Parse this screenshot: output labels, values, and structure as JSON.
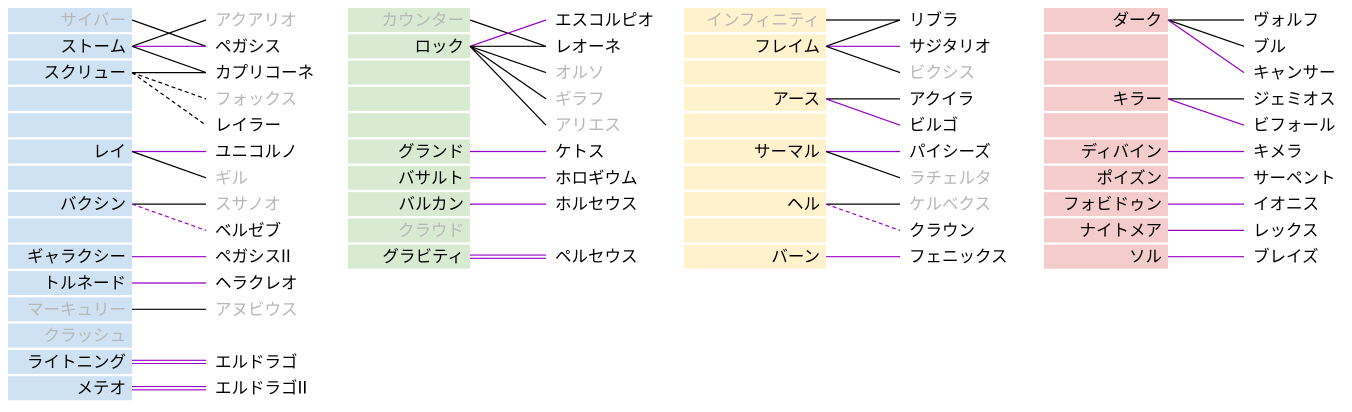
{
  "colors": {
    "blue": "#cfe2f3",
    "green": "#d9ead3",
    "yellow": "#fff2cc",
    "red": "#f4cccc",
    "active_text": "#000000",
    "inactive_text": "#b7b7b7",
    "black_line": "#000000",
    "purple_line": "#9900cc"
  },
  "groups": [
    {
      "color": "blue",
      "left": [
        {
          "label": "サイバー",
          "active": false
        },
        {
          "label": "ストーム",
          "active": true
        },
        {
          "label": "スクリュー",
          "active": true
        },
        null,
        null,
        {
          "label": "レイ",
          "active": true
        },
        null,
        {
          "label": "バクシン",
          "active": true
        },
        null,
        {
          "label": "ギャラクシー",
          "active": true
        },
        {
          "label": "トルネード",
          "active": true
        },
        {
          "label": "マーキュリー",
          "active": false
        },
        {
          "label": "クラッシュ",
          "active": false
        },
        {
          "label": "ライトニング",
          "active": true
        },
        {
          "label": "メテオ",
          "active": true
        }
      ],
      "right": [
        {
          "label": "アクアリオ",
          "active": false
        },
        {
          "label": "ペガシス",
          "active": true
        },
        {
          "label": "カプリコーネ",
          "active": true
        },
        {
          "label": "フォックス",
          "active": false
        },
        {
          "label": "レイラー",
          "active": true
        },
        {
          "label": "ユニコルノ",
          "active": true
        },
        {
          "label": "ギル",
          "active": false
        },
        {
          "label": "スサノオ",
          "active": false
        },
        {
          "label": "ベルゼブ",
          "active": true
        },
        {
          "label": "ペガシスII",
          "active": true
        },
        {
          "label": "ヘラクレオ",
          "active": true
        },
        {
          "label": "アヌビウス",
          "active": false
        },
        null,
        {
          "label": "エルドラゴ",
          "active": true
        },
        {
          "label": "エルドラゴII",
          "active": true
        }
      ],
      "links": [
        {
          "from": 0,
          "to": 1,
          "style": "black"
        },
        {
          "from": 1,
          "to": 0,
          "style": "black"
        },
        {
          "from": 1,
          "to": 1,
          "style": "purple"
        },
        {
          "from": 1,
          "to": 2,
          "style": "black"
        },
        {
          "from": 2,
          "to": 2,
          "style": "black"
        },
        {
          "from": 2,
          "to": 3,
          "style": "dashed-black"
        },
        {
          "from": 2,
          "to": 4,
          "style": "dashed-black"
        },
        {
          "from": 5,
          "to": 5,
          "style": "purple"
        },
        {
          "from": 5,
          "to": 6,
          "style": "black"
        },
        {
          "from": 7,
          "to": 7,
          "style": "black"
        },
        {
          "from": 7,
          "to": 8,
          "style": "dashed-purple"
        },
        {
          "from": 9,
          "to": 9,
          "style": "purple"
        },
        {
          "from": 10,
          "to": 10,
          "style": "purple"
        },
        {
          "from": 11,
          "to": 11,
          "style": "black"
        },
        {
          "from": 13,
          "to": 13,
          "style": "double-purple"
        },
        {
          "from": 14,
          "to": 14,
          "style": "double-purple"
        }
      ]
    },
    {
      "color": "green",
      "left": [
        {
          "label": "カウンター",
          "active": false
        },
        {
          "label": "ロック",
          "active": true
        },
        null,
        null,
        null,
        {
          "label": "グランド",
          "active": true
        },
        {
          "label": "バサルト",
          "active": true
        },
        {
          "label": "バルカン",
          "active": true
        },
        {
          "label": "クラウド",
          "active": false
        },
        {
          "label": "グラビティ",
          "active": true
        }
      ],
      "right": [
        {
          "label": "エスコルピオ",
          "active": true
        },
        {
          "label": "レオーネ",
          "active": true
        },
        {
          "label": "オルソ",
          "active": false
        },
        {
          "label": "ギラフ",
          "active": false
        },
        {
          "label": "アリエス",
          "active": false
        },
        {
          "label": "ケトス",
          "active": true
        },
        {
          "label": "ホロギウム",
          "active": true
        },
        {
          "label": "ホルセウス",
          "active": true
        },
        null,
        {
          "label": "ペルセウス",
          "active": true
        }
      ],
      "links": [
        {
          "from": 0,
          "to": 1,
          "style": "black"
        },
        {
          "from": 1,
          "to": 0,
          "style": "purple"
        },
        {
          "from": 1,
          "to": 1,
          "style": "black"
        },
        {
          "from": 1,
          "to": 2,
          "style": "black"
        },
        {
          "from": 1,
          "to": 3,
          "style": "black"
        },
        {
          "from": 1,
          "to": 4,
          "style": "black"
        },
        {
          "from": 5,
          "to": 5,
          "style": "purple"
        },
        {
          "from": 6,
          "to": 6,
          "style": "purple"
        },
        {
          "from": 7,
          "to": 7,
          "style": "purple"
        },
        {
          "from": 9,
          "to": 9,
          "style": "double-purple"
        }
      ]
    },
    {
      "color": "yellow",
      "left": [
        {
          "label": "インフィニティ",
          "active": false
        },
        {
          "label": "フレイム",
          "active": true
        },
        null,
        {
          "label": "アース",
          "active": true
        },
        null,
        {
          "label": "サーマル",
          "active": true
        },
        null,
        {
          "label": "ヘル",
          "active": true
        },
        null,
        {
          "label": "バーン",
          "active": true
        }
      ],
      "right": [
        {
          "label": "リブラ",
          "active": true
        },
        {
          "label": "サジタリオ",
          "active": true
        },
        {
          "label": "ビクシス",
          "active": false
        },
        {
          "label": "アクイラ",
          "active": true
        },
        {
          "label": "ビルゴ",
          "active": true
        },
        {
          "label": "パイシーズ",
          "active": true
        },
        {
          "label": "ラチェルタ",
          "active": false
        },
        {
          "label": "ケルベクス",
          "active": false
        },
        {
          "label": "クラウン",
          "active": true
        },
        {
          "label": "フェニックス",
          "active": true
        }
      ],
      "links": [
        {
          "from": 0,
          "to": 0,
          "style": "black"
        },
        {
          "from": 1,
          "to": 0,
          "style": "black"
        },
        {
          "from": 1,
          "to": 1,
          "style": "purple"
        },
        {
          "from": 1,
          "to": 2,
          "style": "black"
        },
        {
          "from": 3,
          "to": 3,
          "style": "black"
        },
        {
          "from": 3,
          "to": 4,
          "style": "purple"
        },
        {
          "from": 5,
          "to": 5,
          "style": "purple"
        },
        {
          "from": 5,
          "to": 6,
          "style": "black"
        },
        {
          "from": 7,
          "to": 7,
          "style": "black"
        },
        {
          "from": 7,
          "to": 8,
          "style": "dashed-purple"
        },
        {
          "from": 9,
          "to": 9,
          "style": "purple"
        }
      ]
    },
    {
      "color": "red",
      "left": [
        {
          "label": "ダーク",
          "active": true
        },
        null,
        null,
        {
          "label": "キラー",
          "active": true
        },
        null,
        {
          "label": "ディバイン",
          "active": true
        },
        {
          "label": "ポイズン",
          "active": true
        },
        {
          "label": "フォビドゥン",
          "active": true
        },
        {
          "label": "ナイトメア",
          "active": true
        },
        {
          "label": "ソル",
          "active": true
        }
      ],
      "right": [
        {
          "label": "ヴォルフ",
          "active": true
        },
        {
          "label": "ブル",
          "active": true
        },
        {
          "label": "キャンサー",
          "active": true
        },
        {
          "label": "ジェミオス",
          "active": true
        },
        {
          "label": "ビフォール",
          "active": true
        },
        {
          "label": "キメラ",
          "active": true
        },
        {
          "label": "サーペント",
          "active": true
        },
        {
          "label": "イオニス",
          "active": true
        },
        {
          "label": "レックス",
          "active": true
        },
        {
          "label": "ブレイズ",
          "active": true
        }
      ],
      "links": [
        {
          "from": 0,
          "to": 0,
          "style": "black"
        },
        {
          "from": 0,
          "to": 1,
          "style": "black"
        },
        {
          "from": 0,
          "to": 2,
          "style": "purple"
        },
        {
          "from": 3,
          "to": 3,
          "style": "black"
        },
        {
          "from": 3,
          "to": 4,
          "style": "purple"
        },
        {
          "from": 5,
          "to": 5,
          "style": "purple"
        },
        {
          "from": 6,
          "to": 6,
          "style": "purple"
        },
        {
          "from": 7,
          "to": 7,
          "style": "purple"
        },
        {
          "from": 8,
          "to": 8,
          "style": "purple"
        },
        {
          "from": 9,
          "to": 9,
          "style": "purple"
        }
      ]
    }
  ]
}
